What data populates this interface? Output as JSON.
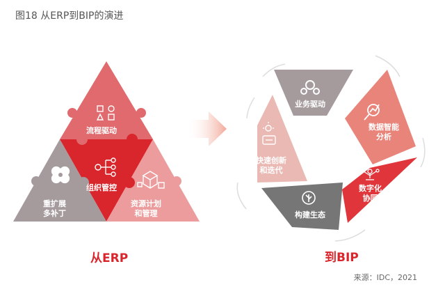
{
  "title": "图18 从ERP到BIP的演进",
  "left": {
    "caption": "从ERP",
    "blocks": [
      {
        "label": "流程驱动"
      },
      {
        "label": "组织管控"
      },
      {
        "label": "重扩展\n多补丁"
      },
      {
        "label": "资源计划\n和管理"
      }
    ]
  },
  "right": {
    "caption": "到BIP",
    "blocks": [
      {
        "label": "业务驱动"
      },
      {
        "label": "数据智能\n分析"
      },
      {
        "label": "数字化\n协同"
      },
      {
        "label": "构建生态"
      },
      {
        "label": "快速创新\n和迭代"
      }
    ]
  },
  "source": "来源：IDC，2021",
  "colors": {
    "accent_red": "#d9262c",
    "light_pink": "#ec8a8a",
    "salmon": "#e8847a",
    "grey": "#8c8c8c",
    "mauve": "#c9b8b8",
    "arrow": "#f2b0a4"
  },
  "icons": [
    "flowchart-icon",
    "org-chart-icon",
    "resource-icon",
    "patch-icon",
    "gears-icon",
    "analytics-icon",
    "network-icon",
    "ecosystem-icon",
    "idea-icon"
  ]
}
